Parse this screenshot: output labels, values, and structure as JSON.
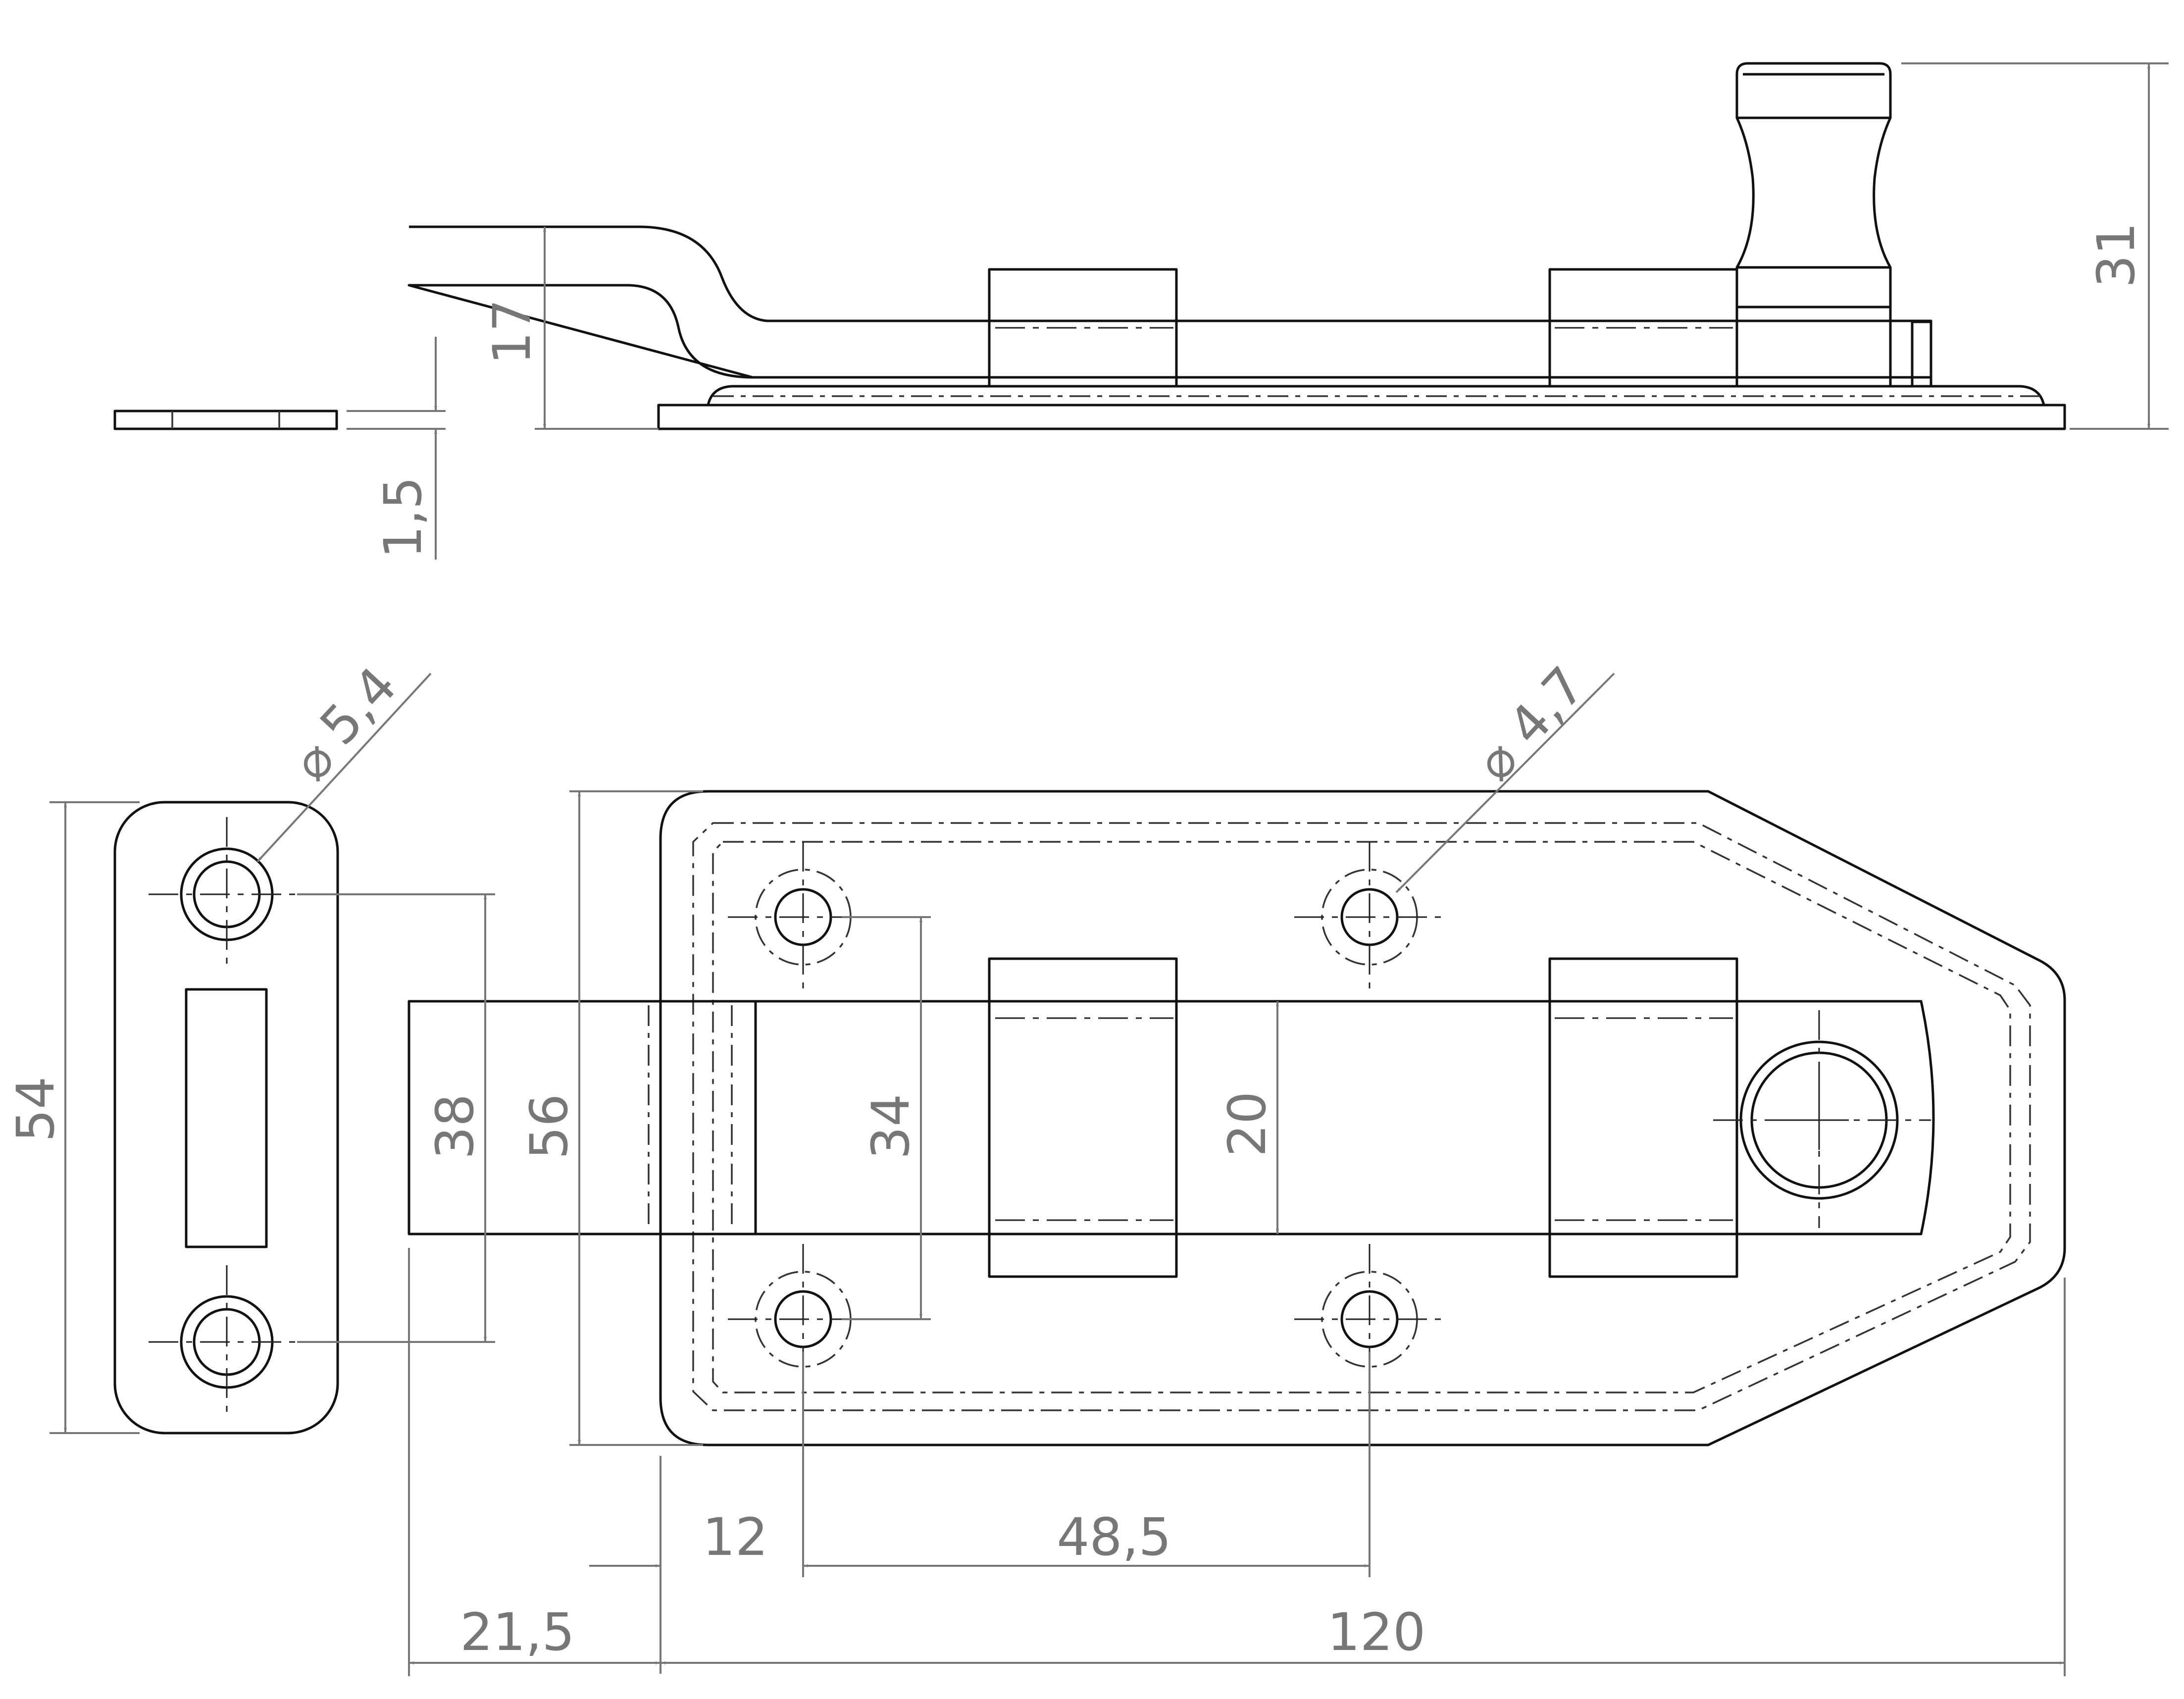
{
  "colors": {
    "outline": "#111111",
    "dimension": "#777777",
    "background": "#ffffff"
  },
  "dimensions": {
    "hole_dia_strike": "5,4",
    "hole_dia_plate": "4,7",
    "strike_height": "54",
    "bolt_width": "38",
    "plate_height": "56",
    "hole_spacing_vertical": "34",
    "keeper_bolt_width": "20",
    "edge_to_hole": "12",
    "hole_spacing_horizontal": "48,5",
    "bolt_protrusion": "21,5",
    "plate_length": "120",
    "bolt_height": "17",
    "strike_thickness": "1,5",
    "overall_height": "31"
  },
  "symbols": {
    "diameter": "⌀"
  }
}
